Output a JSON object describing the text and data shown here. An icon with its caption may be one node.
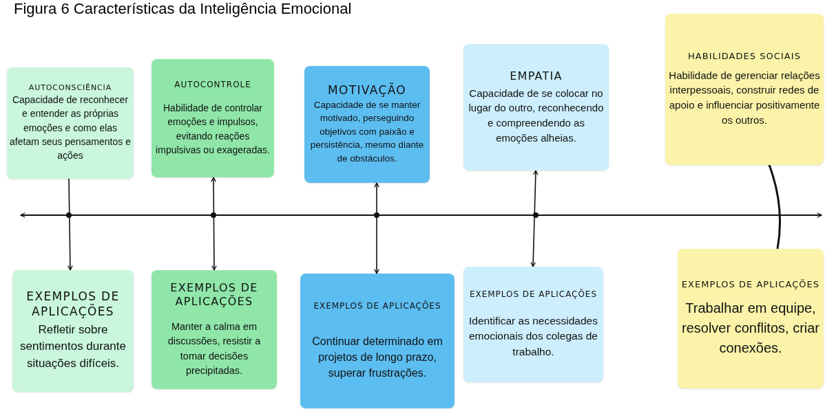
{
  "diagram": {
    "title": "Figura 6 Características da Inteligência Emocional",
    "nodes": [
      {
        "text": [
          "AUTOCONSCIÊNCIA",
          "Capacidade de reconhecer e entender as próprias emoções e como elas afetam seus pensamentos e ações"
        ]
      },
      {
        "text": [
          "AUTOCONTROLE",
          "Habilidade de controlar emoções e impulsos, evitando reações impulsivas ou exageradas."
        ]
      },
      {
        "text": [
          "MOTIVAÇÃO",
          "Capacidade de se manter motivado, perseguindo objetivos com paixão e persistência, mesmo diante de obstáculos."
        ]
      },
      {
        "text": [
          "EMPATIA",
          "Capacidade de se colocar no lugar do outro, reconhecendo e compreendendo as emoções alheias."
        ]
      },
      {
        "text": [
          "HABILIDADES SOCIAIS",
          "Habilidade de gerenciar relações interpessoais, construir redes de apoio e influenciar positivamente os outros."
        ]
      },
      {
        "text": [
          "EXEMPLOS DE APLICAÇÕES",
          "Refletir sobre sentimentos durante situações difíceis."
        ]
      },
      {
        "text": [
          "EXEMPLOS DE APLICAÇÕES",
          "Manter a calma em discussões, resistir a tomar decisões precipitadas."
        ]
      },
      {
        "text": [
          "EXEMPLOS DE APLICAÇÕES",
          "Continuar determinado em projetos de longo prazo, superar frustrações."
        ]
      },
      {
        "text": [
          "EXEMPLOS DE APLICAÇÕES",
          "Identificar as necessidades emocionais dos colegas de trabalho."
        ]
      },
      {
        "text": [
          "EXEMPLOS DE APLICAÇÕES",
          "Trabalhar em equipe, resolver conflitos, criar conexões."
        ]
      }
    ],
    "edges": [
      {
        "from": 0,
        "to": 5,
        "arrow": "to"
      },
      {
        "from": 1,
        "to": 6,
        "arrow": "both"
      },
      {
        "from": 2,
        "to": 7,
        "arrow": "both"
      },
      {
        "from": 3,
        "to": 8,
        "arrow": "both"
      },
      {
        "from": 4,
        "to": 9,
        "arrow": "none"
      }
    ]
  }
}
